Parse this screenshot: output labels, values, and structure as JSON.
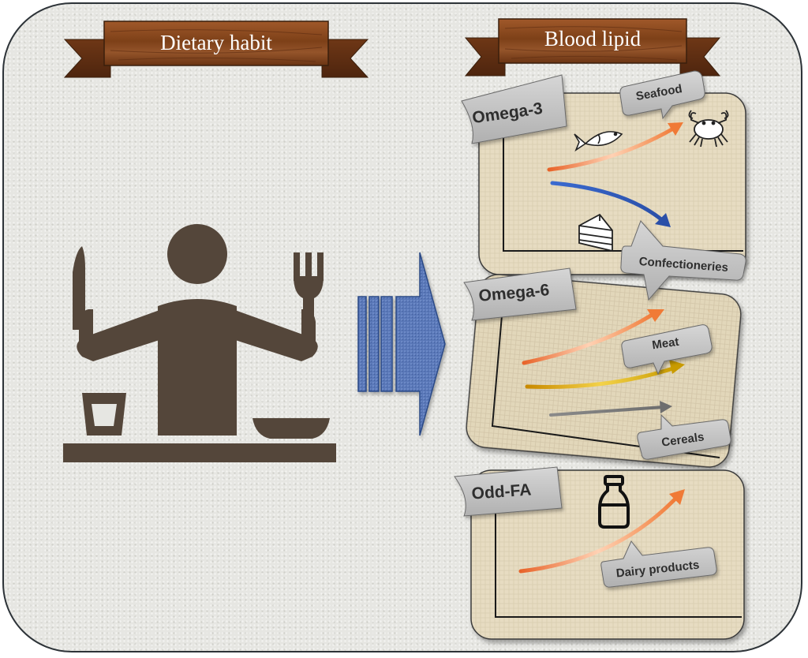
{
  "left_panel": {
    "banner_title": "Dietary habit"
  },
  "right_panel": {
    "banner_title": "Blood lipid",
    "panels": [
      {
        "tag": "Omega-3",
        "callouts": [
          {
            "text": "Seafood"
          },
          {
            "text": "Confectioneries"
          }
        ],
        "icons": [
          "fish-icon",
          "crab-icon",
          "cake-slice-icon"
        ],
        "trends": [
          {
            "direction": "increase",
            "color": "#f0843c"
          },
          {
            "direction": "decrease",
            "color": "#3a64c2"
          }
        ]
      },
      {
        "tag": "Omega-6",
        "callouts": [
          {
            "text": "Meat"
          },
          {
            "text": "Cereals"
          }
        ],
        "trends": [
          {
            "direction": "increase",
            "color": "#f0843c"
          },
          {
            "direction": "increase",
            "color": "#caa010"
          },
          {
            "direction": "increase",
            "color": "#8a8a8a"
          }
        ]
      },
      {
        "tag": "Odd-FA",
        "callouts": [
          {
            "text": "Dairy products"
          }
        ],
        "icons": [
          "milk-bottle-icon"
        ],
        "trends": [
          {
            "direction": "increase",
            "color": "#f0843c"
          }
        ]
      }
    ]
  },
  "colors": {
    "figure": "#54463a",
    "wood": "#8b4a22",
    "panel": "#e7dcc2",
    "tag": "#c4c4c4",
    "arrow": "#5876b6"
  }
}
